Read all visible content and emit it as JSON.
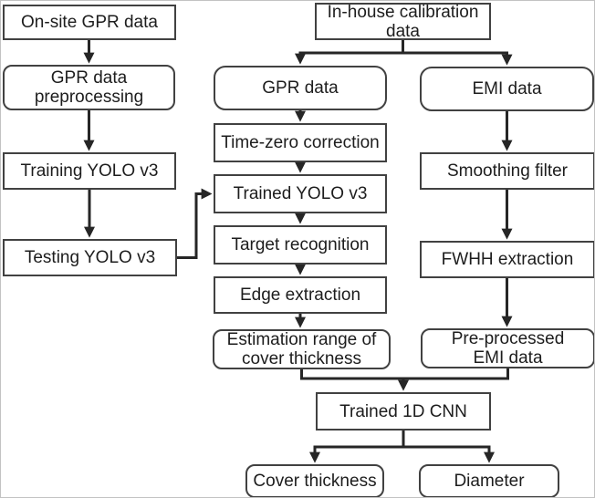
{
  "colors": {
    "box_border": "#414141",
    "box_fill": "#ffffff",
    "connector": "#262626",
    "text": "#1d1d1d",
    "background": "#ffffff"
  },
  "flowchart": {
    "nodes": {
      "onsite_gpr": {
        "label": "On-site GPR data",
        "shape": "rect"
      },
      "gpr_preprocessing": {
        "label": "GPR data\npreprocessing",
        "shape": "rounded"
      },
      "training_yolo": {
        "label": "Training YOLO v3",
        "shape": "rect"
      },
      "testing_yolo": {
        "label": "Testing YOLO v3",
        "shape": "rect"
      },
      "inhouse_calibration": {
        "label": "In-house calibration\ndata",
        "shape": "rect"
      },
      "gpr_data": {
        "label": "GPR data",
        "shape": "rounded"
      },
      "time_zero": {
        "label": "Time-zero correction",
        "shape": "rect"
      },
      "trained_yolo": {
        "label": "Trained YOLO v3",
        "shape": "rect"
      },
      "target_recognition": {
        "label": "Target recognition",
        "shape": "rect"
      },
      "edge_extraction": {
        "label": "Edge extraction",
        "shape": "rect"
      },
      "estimation_range": {
        "label": "Estimation range of\ncover thickness",
        "shape": "rounded"
      },
      "emi_data": {
        "label": "EMI data",
        "shape": "rounded"
      },
      "smoothing_filter": {
        "label": "Smoothing filter",
        "shape": "rect"
      },
      "fwhh_extraction": {
        "label": "FWHH extraction",
        "shape": "rect"
      },
      "preprocessed_emi": {
        "label": "Pre-processed\nEMI data",
        "shape": "rounded"
      },
      "trained_1d_cnn": {
        "label": "Trained 1D CNN",
        "shape": "rect"
      },
      "cover_thickness": {
        "label": "Cover thickness",
        "shape": "rounded"
      },
      "diameter": {
        "label": "Diameter",
        "shape": "rounded"
      }
    },
    "edges": [
      {
        "from": "onsite_gpr",
        "to": "gpr_preprocessing"
      },
      {
        "from": "gpr_preprocessing",
        "to": "training_yolo"
      },
      {
        "from": "training_yolo",
        "to": "testing_yolo"
      },
      {
        "from": "testing_yolo",
        "to": "trained_yolo"
      },
      {
        "from": "inhouse_calibration",
        "to": "gpr_data"
      },
      {
        "from": "inhouse_calibration",
        "to": "emi_data"
      },
      {
        "from": "gpr_data",
        "to": "time_zero"
      },
      {
        "from": "time_zero",
        "to": "trained_yolo"
      },
      {
        "from": "trained_yolo",
        "to": "target_recognition"
      },
      {
        "from": "target_recognition",
        "to": "edge_extraction"
      },
      {
        "from": "edge_extraction",
        "to": "estimation_range"
      },
      {
        "from": "emi_data",
        "to": "smoothing_filter"
      },
      {
        "from": "smoothing_filter",
        "to": "fwhh_extraction"
      },
      {
        "from": "fwhh_extraction",
        "to": "preprocessed_emi"
      },
      {
        "from": "estimation_range",
        "to": "trained_1d_cnn"
      },
      {
        "from": "preprocessed_emi",
        "to": "trained_1d_cnn"
      },
      {
        "from": "trained_1d_cnn",
        "to": "cover_thickness"
      },
      {
        "from": "trained_1d_cnn",
        "to": "diameter"
      }
    ]
  }
}
